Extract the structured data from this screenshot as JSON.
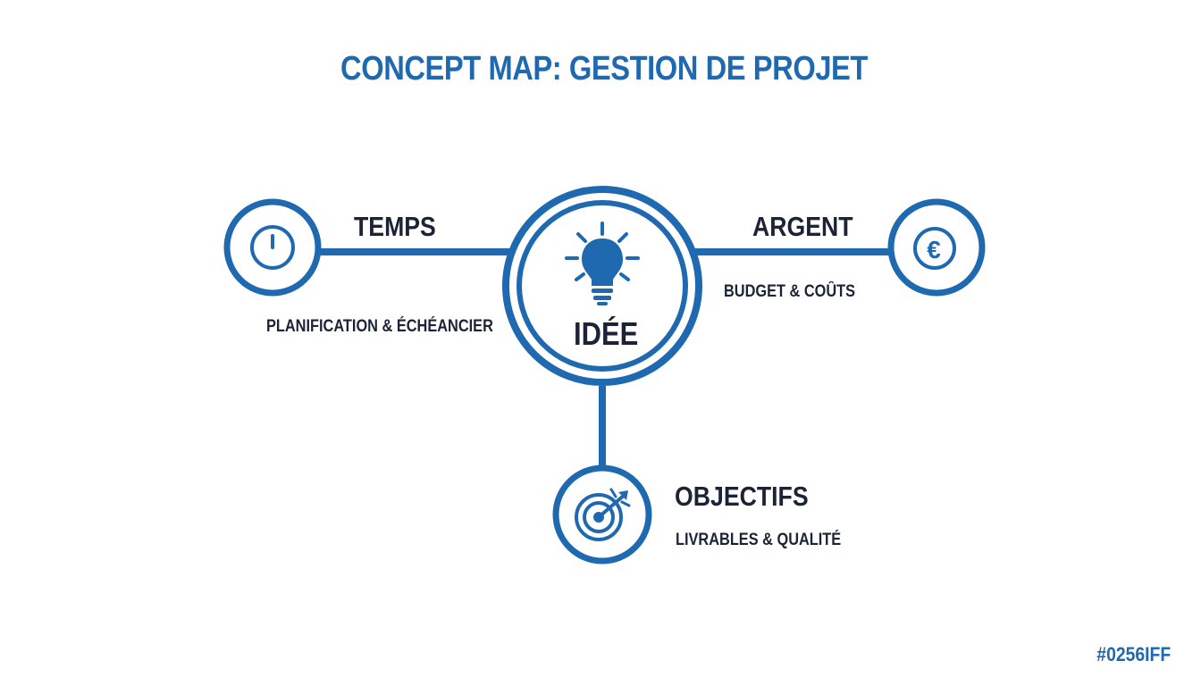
{
  "title": "CONCEPT MAP: GESTION DE PROJET",
  "colors": {
    "accent": "#1f69b0",
    "dark_text": "#1b2436",
    "background": "#ffffff"
  },
  "center_node": {
    "label": "IDÉE",
    "icon": "lightbulb-icon"
  },
  "nodes": [
    {
      "id": "temps",
      "label": "TEMPS",
      "sublabel": "PLANIFICATION & ÉCHÉANCIER",
      "icon": "clock-icon"
    },
    {
      "id": "argent",
      "label": "ARGENT",
      "sublabel": "BUDGET & COÛTS",
      "icon": "euro-icon"
    },
    {
      "id": "objectifs",
      "label": "OBJECTIFS",
      "sublabel": "LIVRABLES & QUALITÉ",
      "icon": "target-icon"
    }
  ],
  "corner_tag": "#0256IFF"
}
